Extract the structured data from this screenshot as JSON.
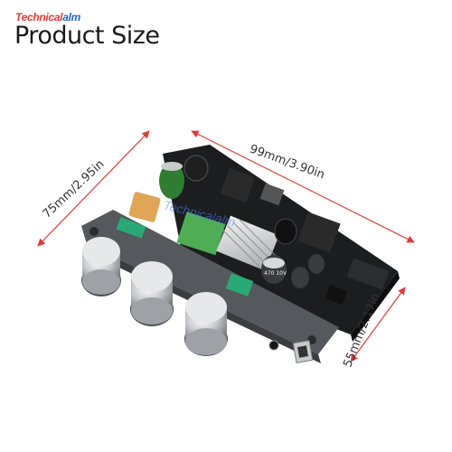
{
  "brand": {
    "logo_text": "Technicalalm",
    "watermark": "Technicalalm",
    "logo_colors": [
      "#e53935",
      "#1e63d6"
    ]
  },
  "heading": "Product Size",
  "dimensions": {
    "width": "99mm/3.90in",
    "depth": "75mm/2.95in",
    "height": "55mm/2.17in",
    "arrow_color": "#e53935"
  },
  "board": {
    "capacitor_label": "470 10V",
    "colors": {
      "pcb": "#1b1d1f",
      "panel": "#55585c",
      "knob": "#cfd2d5",
      "heatsink": "#d9dadb",
      "capacitor": "#2e7d32",
      "terminal": "#2a2a2a",
      "green_part": "#2aa876"
    }
  }
}
